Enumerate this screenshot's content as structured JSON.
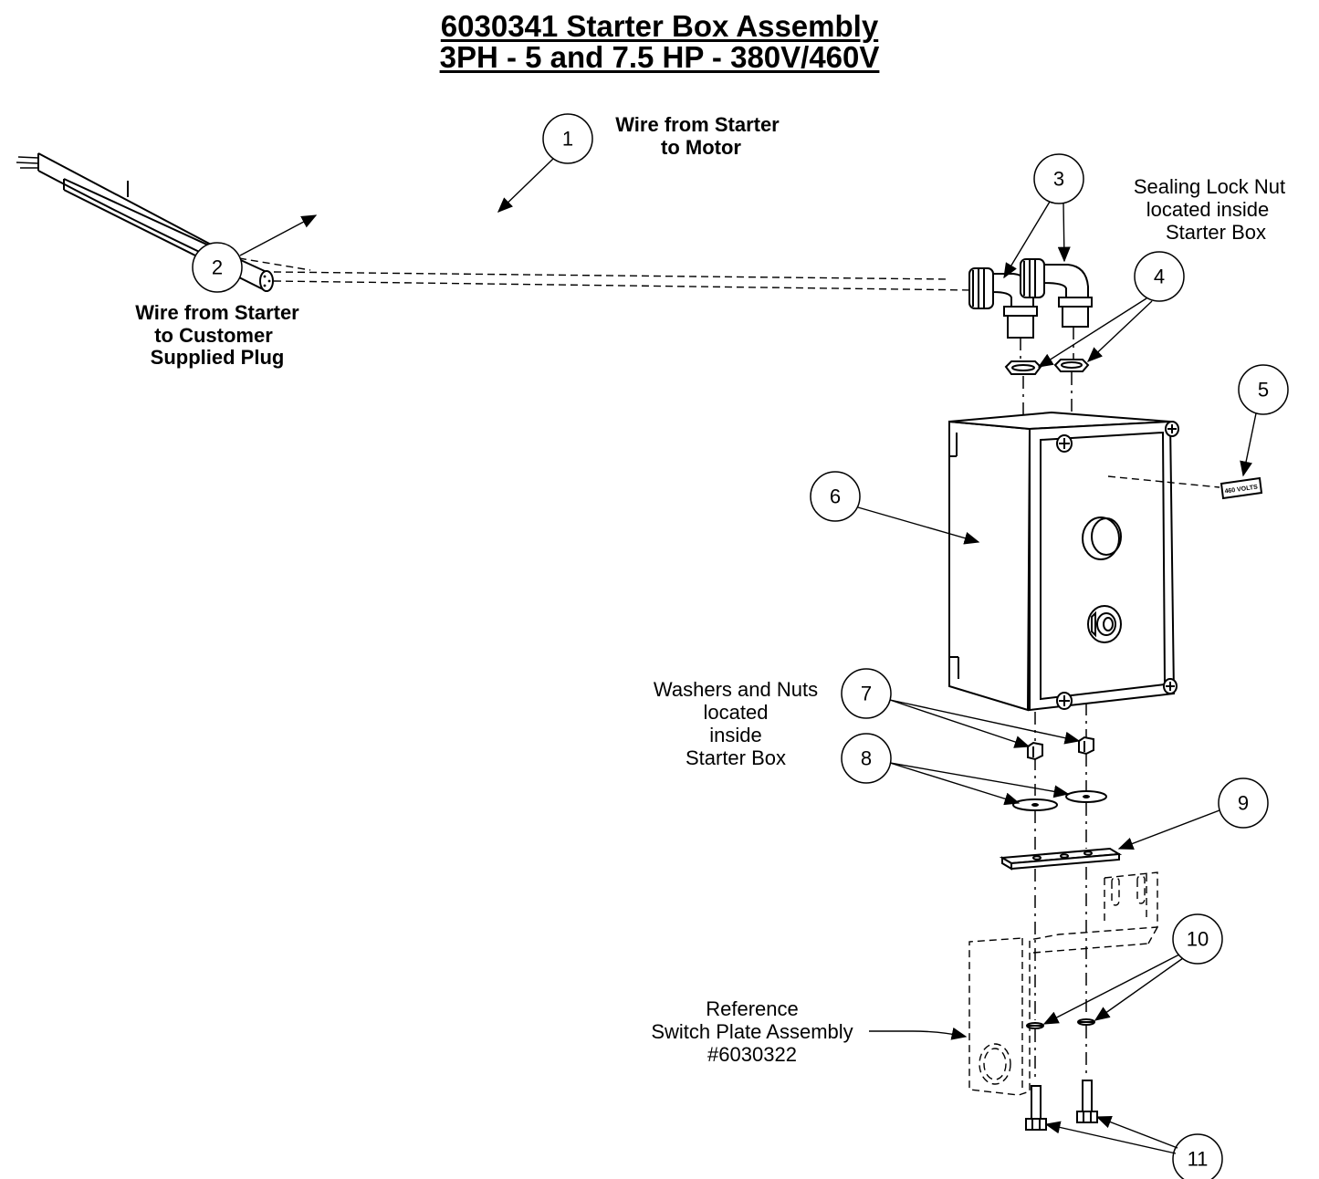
{
  "title": {
    "line1": "6030341 Starter Box Assembly",
    "line2": "3PH -  5 and 7.5 HP - 380V/460V"
  },
  "balloons": [
    "1",
    "2",
    "3",
    "4",
    "5",
    "6",
    "7",
    "8",
    "9",
    "10",
    "11"
  ],
  "labels": {
    "wire_motor": [
      "Wire from Starter",
      "to Motor"
    ],
    "wire_plug": [
      "Wire from Starter",
      "to Customer",
      "Supplied Plug"
    ],
    "sealing_nut": [
      "Sealing Lock Nut",
      "located inside",
      "Starter Box"
    ],
    "washers_nuts": [
      "Washers and Nuts",
      "located",
      "inside",
      "Starter Box"
    ],
    "reference": [
      "Reference",
      "Switch Plate Assembly",
      "#6030322"
    ],
    "voltage_label": "460 VOLTS"
  }
}
